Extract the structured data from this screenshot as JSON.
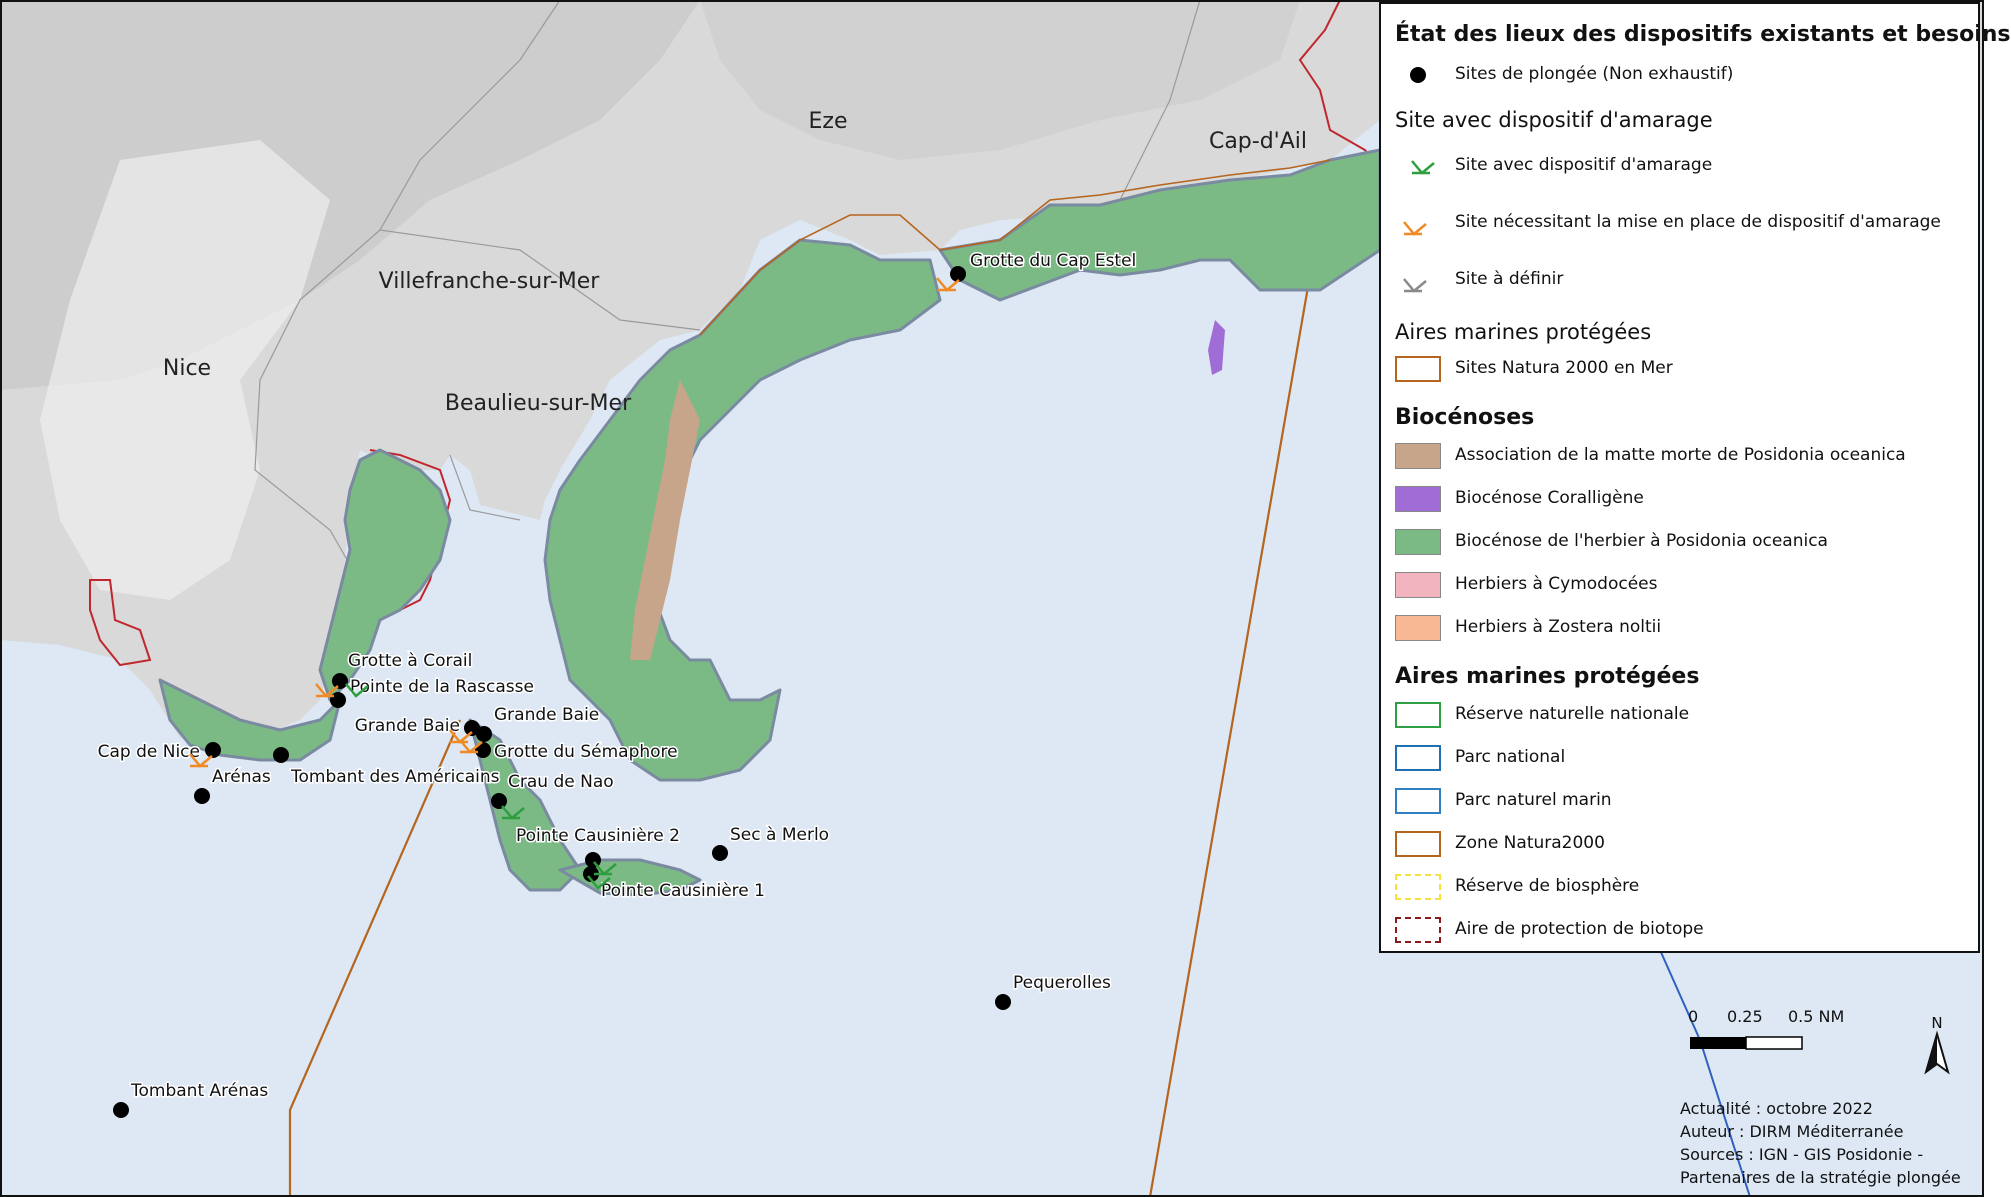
{
  "towns": [
    {
      "name": "Eze"
    },
    {
      "name": "Cap-d'Ail"
    },
    {
      "name": "Villefranche-sur-Mer"
    },
    {
      "name": "Nice"
    },
    {
      "name": "Beaulieu-sur-Mer"
    }
  ],
  "sites": [
    {
      "label": "Grotte du Cap Estel"
    },
    {
      "label": "Grotte à Corail"
    },
    {
      "label": "Pointe de la Rascasse"
    },
    {
      "label": "Grande Baie"
    },
    {
      "label": "Grande Baie"
    },
    {
      "label": "Grotte du Sémaphore"
    },
    {
      "label": "Cap de Nice"
    },
    {
      "label": "Arénas"
    },
    {
      "label": "Tombant des Américains"
    },
    {
      "label": "Crau de Nao"
    },
    {
      "label": "Pointe Causinière 2"
    },
    {
      "label": "Sec à Merlo"
    },
    {
      "label": "Pointe Causinière 1"
    },
    {
      "label": "Pequerolles"
    },
    {
      "label": "Tombant Arénas"
    }
  ],
  "legend": {
    "title": "État des lieux des dispositifs existants et besoins",
    "dive_sites": "Sites de plongée (Non exhaustif)",
    "mooring_header": "Site avec dispositif d'amarage",
    "mooring_existing": "Site avec dispositif d'amarage",
    "mooring_needed": "Site nécessitant la mise en place de dispositif d'amarage",
    "mooring_tbd": "Site à définir",
    "amp_header_1": "Aires marines protégées",
    "natura_sea": "Sites Natura 2000 en Mer",
    "biocenoses_header": "Biocénoses",
    "bio_matte": "Association de la matte morte de Posidonia oceanica",
    "bio_coral": "Biocénose Coralligène",
    "bio_herbier": "Biocénose de l'herbier à Posidonia oceanica",
    "bio_cymo": "Herbiers à Cymodocées",
    "bio_zostera": "Herbiers à Zostera noltii",
    "amp_header_2": "Aires marines protégées",
    "amp_rnn": "Réserve naturelle nationale",
    "amp_pn": "Parc national",
    "amp_pnm": "Parc naturel marin",
    "amp_natura": "Zone Natura2000",
    "amp_biosphere": "Réserve de biosphère",
    "amp_biotope": "Aire de protection de biotope"
  },
  "colors": {
    "sea": "#dde8f4",
    "land": "#dcdcdc",
    "posidonia": "#7cba85",
    "matte": "#c6a58a",
    "coralligene": "#a06cd5",
    "cymodocee": "#f2b5c0",
    "zostera": "#f8b894",
    "natura_outline": "#b5651d",
    "biotope_outline": "#b22222",
    "mooring_existing": "#2e9e3e",
    "mooring_needed": "#f08a24",
    "mooring_tbd": "#8a8a8a",
    "rnn": "#2ea043",
    "pn": "#1f6fb2",
    "pnm": "#2f7fc1",
    "biosphere": "#f5e23a"
  },
  "scale": {
    "ticks": [
      "0",
      "0.25",
      "0.5 NM"
    ]
  },
  "north": "N",
  "credits": {
    "update": "Actualité : octobre 2022",
    "author": "Auteur : DIRM Méditerranée",
    "sources_1": "Sources : IGN - GIS Posidonie -",
    "sources_2": "Partenaires de la stratégie plongée"
  }
}
